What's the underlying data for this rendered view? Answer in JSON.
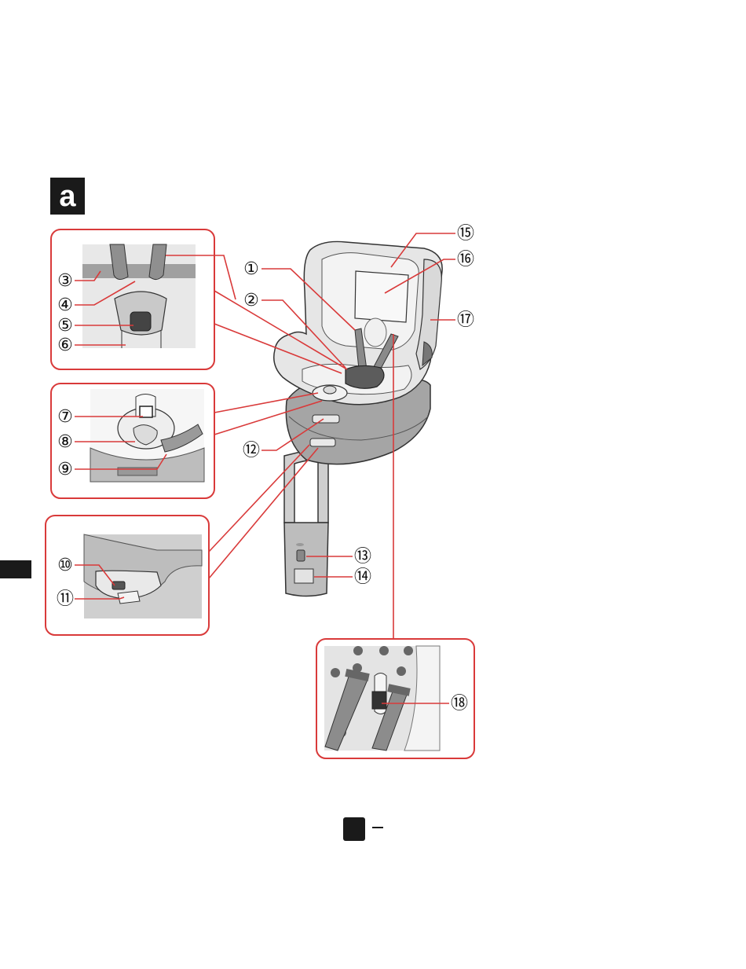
{
  "section_label": "a",
  "colors": {
    "callout_border": "#d93a3a",
    "leader_line": "#d93a3a",
    "badge": "#1a1a1a",
    "inset_bg": "#e8e8e8",
    "seat_light": "#ebebeb",
    "seat_dark": "#8c8c8c",
    "outline": "#333333"
  },
  "callout_numbers": [
    {
      "id": 1,
      "label": "①"
    },
    {
      "id": 2,
      "label": "②"
    },
    {
      "id": 3,
      "label": "③"
    },
    {
      "id": 4,
      "label": "④"
    },
    {
      "id": 5,
      "label": "⑤"
    },
    {
      "id": 6,
      "label": "⑥"
    },
    {
      "id": 7,
      "label": "⑦"
    },
    {
      "id": 8,
      "label": "⑧"
    },
    {
      "id": 9,
      "label": "⑨"
    },
    {
      "id": 10,
      "label": "⑩"
    },
    {
      "id": 11,
      "label": "⑪"
    },
    {
      "id": 12,
      "label": "⑫"
    },
    {
      "id": 13,
      "label": "⑬"
    },
    {
      "id": 14,
      "label": "⑭"
    },
    {
      "id": 15,
      "label": "⑮"
    },
    {
      "id": 16,
      "label": "⑯"
    },
    {
      "id": 17,
      "label": "⑰"
    },
    {
      "id": 18,
      "label": "⑱"
    }
  ]
}
